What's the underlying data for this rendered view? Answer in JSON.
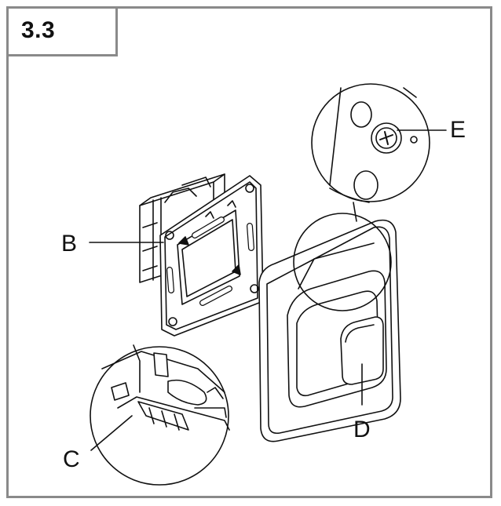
{
  "step": {
    "number": "3.3"
  },
  "callouts": {
    "B": "B",
    "C": "C",
    "D": "D",
    "E": "E"
  }
}
